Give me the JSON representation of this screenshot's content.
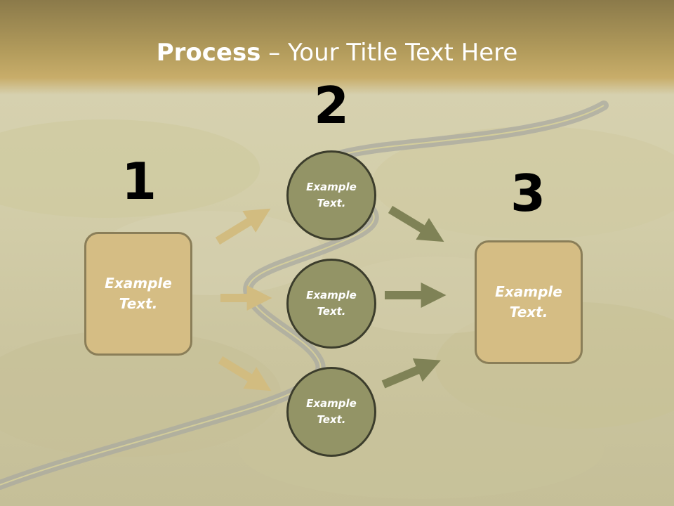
{
  "slide": {
    "title_bold": "Process",
    "title_rest": " – Your Title Text Here",
    "steps": {
      "one": "1",
      "two": "2",
      "three": "3"
    },
    "left_box": "Example\nText.",
    "right_box": "Example\nText.",
    "circles": [
      "Example\nText.",
      "Example\nText.",
      "Example\nText."
    ]
  },
  "colors": {
    "title_band": "#b39c5c",
    "box_fill": "#d5bd84",
    "box_border": "#8a7e58",
    "circle_fill": "#939466",
    "circle_border": "#3c3d2c",
    "arrow_left": "#d2bc80",
    "arrow_right": "#7f8256"
  }
}
